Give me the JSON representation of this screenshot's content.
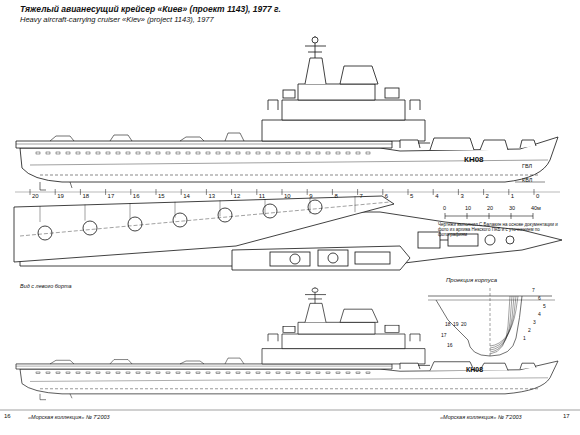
{
  "diagram": {
    "title": "Тяжелый авианесущий крейсер «Киев» (проект 1143), 1977 г.",
    "labels": [
      "Heavy aircraft-carrying cruiser «Kiev» (project 1143), 1977",
      "КН08",
      "ГВЛ",
      "КВЛ",
      "20",
      "19",
      "18",
      "17",
      "16",
      "15",
      "14",
      "13",
      "12",
      "11",
      "10",
      "9",
      "8",
      "7",
      "6",
      "5",
      "4",
      "3",
      "2",
      "1",
      "0",
      "0",
      "10",
      "20",
      "30",
      "40м",
      "Чертежи выполнил С.Балакин на основе документации и фото из архива Невского ПКБ и с уточнением по фотографиям",
      "Проекция корпуса",
      "20",
      "19",
      "18",
      "17",
      "16",
      "1",
      "2",
      "3",
      "4",
      "5",
      "6",
      "7",
      "Вид с левого борта",
      "КН08",
      "16",
      "«Морская коллекция» № 7'2003",
      "«Морская коллекция» № 7'2003",
      "17"
    ]
  }
}
